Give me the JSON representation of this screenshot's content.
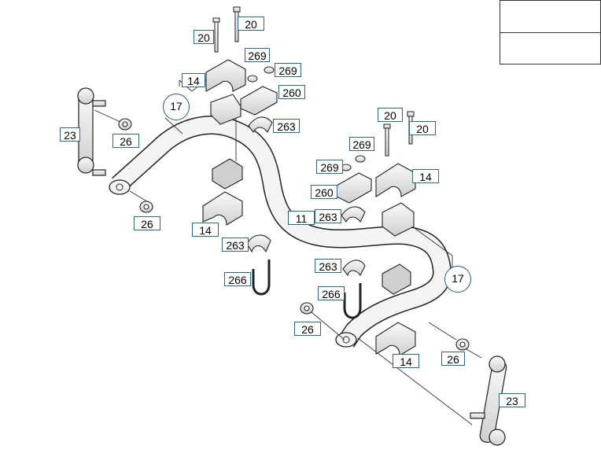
{
  "colors": {
    "line": "#222222",
    "label_border": "#2a6a86",
    "part_fill": "#e8e8e8",
    "part_fill_dark": "#b9b9b9"
  },
  "inset": {
    "vehicle_1": "bus-icon",
    "vehicle_2": "bus-icon"
  },
  "callouts": {
    "bolt_left_a": "20",
    "bolt_left_b": "20",
    "nut_left_a": "269",
    "nut_left_b": "269",
    "clamp_top_left": "14",
    "bushing_circle_left": "17",
    "plate_left": "260",
    "shell_left": "263",
    "link_left": "23",
    "nut_link_upper_left": "26",
    "nut_link_lower_left": "26",
    "clamp_lower_left": "14",
    "shell_lower_left": "263",
    "ubolt_left": "266",
    "bolt_right_a": "20",
    "bolt_right_b": "20",
    "nut_right_a": "269",
    "nut_right_b": "269",
    "clamp_top_right": "14",
    "plate_right": "260",
    "shell_right": "263",
    "stabilizer_bar": "11",
    "shell_lower_right": "263",
    "bushing_circle_right": "17",
    "ubolt_right": "266",
    "nut_link_lower_right": "26",
    "nut_link_right": "26",
    "clamp_lower_right": "14",
    "link_right": "23"
  }
}
